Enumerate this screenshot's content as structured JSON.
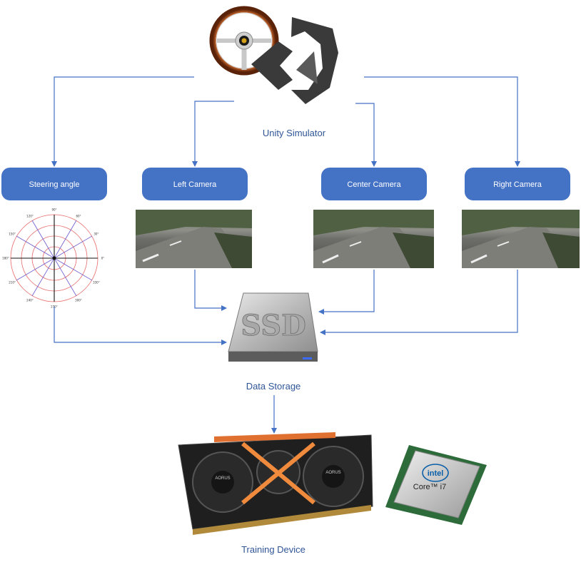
{
  "title": "Unity Simulator",
  "nodes": {
    "steering": "Steering angle",
    "left_camera": "Left Camera",
    "center_camera": "Center Camera",
    "right_camera": "Right Camera"
  },
  "storage": {
    "label": "Data Storage",
    "ssd_text": "SSD"
  },
  "training": {
    "label": "Training Device",
    "gpu_brand": "AORUS",
    "cpu_brand": "intel",
    "cpu_model": "Core™ i7"
  },
  "polar_ticks": [
    "90°",
    "60°",
    "30°",
    "0°",
    "330°",
    "300°",
    "270°",
    "240°",
    "210°",
    "180°",
    "150°",
    "120°"
  ],
  "colors": {
    "node_fill": "#4472c4",
    "arrow": "#4472c4",
    "label": "#2f5597"
  }
}
